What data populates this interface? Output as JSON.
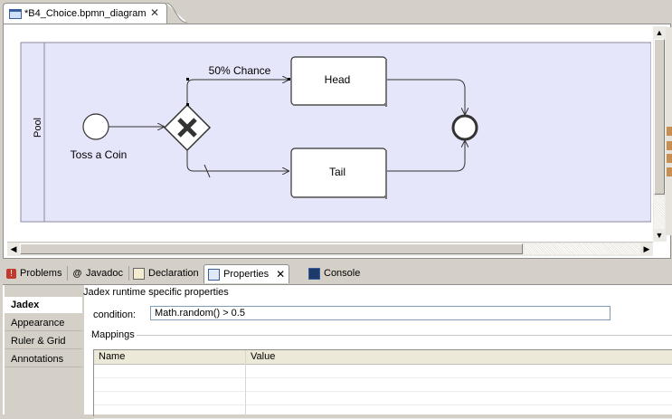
{
  "editor": {
    "tab_label": "*B4_Choice.bpmn_diagram",
    "tab_close": "✕"
  },
  "diagram": {
    "pool_label": "Pool",
    "start_event_label": "Toss a Coin",
    "gateway_type": "exclusive",
    "flow_label": "50% Chance",
    "task_head": "Head",
    "task_tail": "Tail",
    "pool_fill": "#e6e6fa"
  },
  "views": {
    "tabs": [
      {
        "label": "Problems",
        "icon": "problems-icon"
      },
      {
        "label": "Javadoc",
        "icon": "javadoc-icon"
      },
      {
        "label": "Declaration",
        "icon": "declaration-icon"
      },
      {
        "label": "Properties",
        "icon": "properties-icon",
        "active": true
      },
      {
        "label": "Console",
        "icon": "console-icon"
      }
    ],
    "close_glyph": "✕"
  },
  "properties": {
    "sidebar_tabs": [
      "Jadex",
      "Appearance",
      "Ruler & Grid",
      "Annotations"
    ],
    "selected_tab": "Jadex",
    "header": "Jadex runtime specific properties",
    "condition_label": "condition:",
    "condition_value": "Math.random() > 0.5",
    "mappings_title": "Mappings",
    "mappings_columns": [
      "Name",
      "Value"
    ],
    "mappings_rows": []
  }
}
